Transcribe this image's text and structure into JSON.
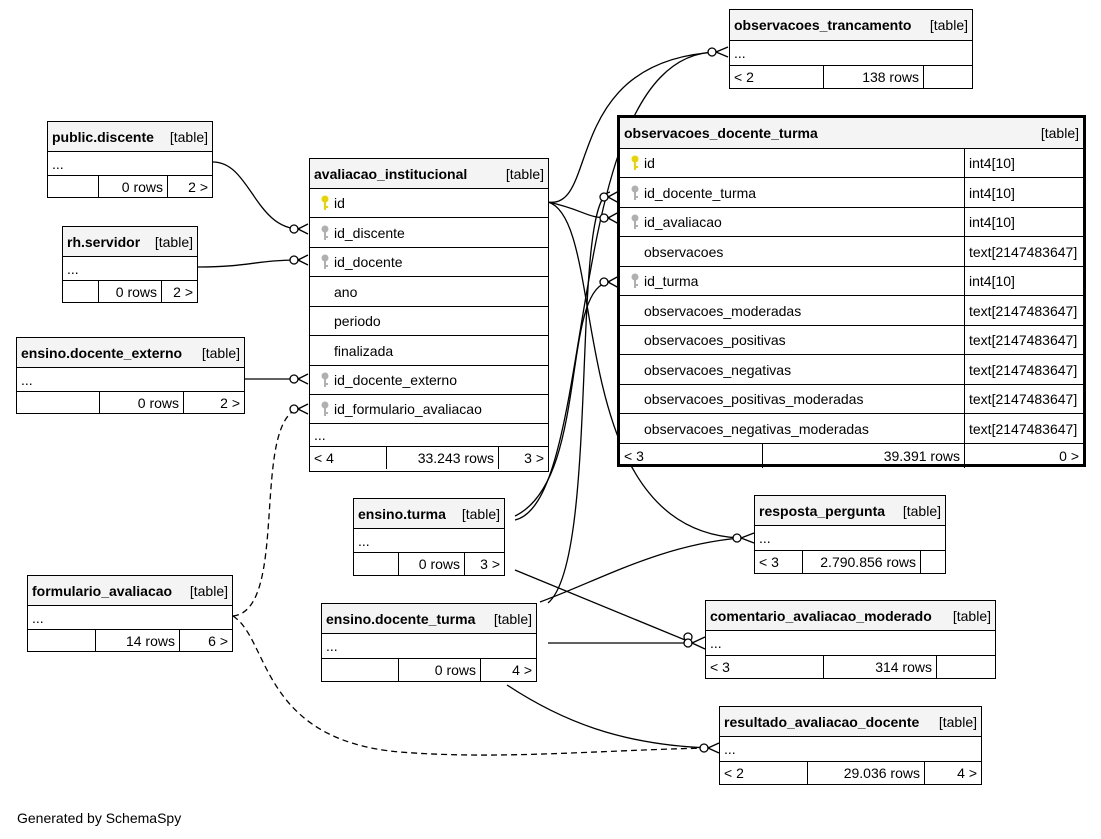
{
  "tables": [
    {
      "id": "public_discente",
      "name": "public.discente",
      "type": "[table]",
      "body": "...",
      "stats": [
        "",
        "0 rows",
        "2 >"
      ]
    },
    {
      "id": "rh_servidor",
      "name": "rh.servidor",
      "type": "[table]",
      "body": "...",
      "stats": [
        "",
        "0 rows",
        "2 >"
      ]
    },
    {
      "id": "ensino_docente_externo",
      "name": "ensino.docente_externo",
      "type": "[table]",
      "body": "...",
      "stats": [
        "",
        "0 rows",
        "2 >"
      ]
    },
    {
      "id": "formulario_avaliacao",
      "name": "formulario_avaliacao",
      "type": "[table]",
      "body": "...",
      "stats": [
        "",
        "14 rows",
        "6 >"
      ]
    },
    {
      "id": "avaliacao_institucional",
      "name": "avaliacao_institucional",
      "type": "[table]",
      "columns": [
        {
          "name": "id",
          "key": "primary"
        },
        {
          "name": "id_discente",
          "key": "foreign"
        },
        {
          "name": "id_docente",
          "key": "foreign"
        },
        {
          "name": "ano",
          "key": ""
        },
        {
          "name": "periodo",
          "key": ""
        },
        {
          "name": "finalizada",
          "key": ""
        },
        {
          "name": "id_docente_externo",
          "key": "foreign"
        },
        {
          "name": "id_formulario_avaliacao",
          "key": "foreign"
        }
      ],
      "body": "...",
      "stats": [
        "< 4",
        "33.243 rows",
        "3 >"
      ]
    },
    {
      "id": "ensino_turma",
      "name": "ensino.turma",
      "type": "[table]",
      "body": "...",
      "stats": [
        "",
        "0 rows",
        "3 >"
      ]
    },
    {
      "id": "ensino_docente_turma",
      "name": "ensino.docente_turma",
      "type": "[table]",
      "body": "...",
      "stats": [
        "",
        "0 rows",
        "4 >"
      ]
    },
    {
      "id": "observacoes_trancamento",
      "name": "observacoes_trancamento",
      "type": "[table]",
      "body": "...",
      "stats": [
        "< 2",
        "138 rows",
        ""
      ]
    },
    {
      "id": "observacoes_docente_turma",
      "name": "observacoes_docente_turma",
      "type": "[table]",
      "columns": [
        {
          "name": "id",
          "key": "primary",
          "dtype": "int4[10]"
        },
        {
          "name": "id_docente_turma",
          "key": "foreign",
          "dtype": "int4[10]"
        },
        {
          "name": "id_avaliacao",
          "key": "foreign",
          "dtype": "int4[10]"
        },
        {
          "name": "observacoes",
          "key": "",
          "dtype": "text[2147483647]"
        },
        {
          "name": "id_turma",
          "key": "foreign",
          "dtype": "int4[10]"
        },
        {
          "name": "observacoes_moderadas",
          "key": "",
          "dtype": "text[2147483647]"
        },
        {
          "name": "observacoes_positivas",
          "key": "",
          "dtype": "text[2147483647]"
        },
        {
          "name": "observacoes_negativas",
          "key": "",
          "dtype": "text[2147483647]"
        },
        {
          "name": "observacoes_positivas_moderadas",
          "key": "",
          "dtype": "text[2147483647]"
        },
        {
          "name": "observacoes_negativas_moderadas",
          "key": "",
          "dtype": "text[2147483647]"
        }
      ],
      "stats": [
        "< 3",
        "39.391 rows",
        "0 >"
      ]
    },
    {
      "id": "resposta_pergunta",
      "name": "resposta_pergunta",
      "type": "[table]",
      "body": "...",
      "stats": [
        "< 3",
        "2.790.856 rows",
        ""
      ]
    },
    {
      "id": "comentario_avaliacao_moderado",
      "name": "comentario_avaliacao_moderado",
      "type": "[table]",
      "body": "...",
      "stats": [
        "< 3",
        "314 rows",
        ""
      ]
    },
    {
      "id": "resultado_avaliacao_docente",
      "name": "resultado_avaliacao_docente",
      "type": "[table]",
      "body": "...",
      "stats": [
        "< 2",
        "29.036 rows",
        "4 >"
      ]
    }
  ],
  "footer": {
    "credit": "Generated by SchemaSpy"
  },
  "colors": {
    "primary_key": "#e8d400",
    "foreign_key": "#b0b0b0",
    "line": "#000000"
  }
}
